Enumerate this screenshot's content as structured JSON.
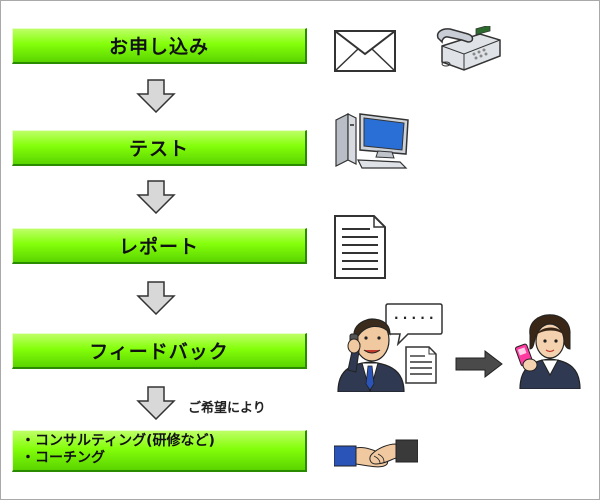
{
  "steps": [
    {
      "label": "お申し込み"
    },
    {
      "label": "テスト"
    },
    {
      "label": "レポート"
    },
    {
      "label": "フィードバック"
    }
  ],
  "final": {
    "line1": "・コンサルティング(研修など)",
    "line2": "・コーチング"
  },
  "note": "ご希望により",
  "speech_bubble": ". . . . .",
  "icons": [
    "envelope-icon",
    "telephone-icon",
    "computer-icon",
    "document-icon",
    "businessman-phone-icon",
    "report-page-icon",
    "right-arrow-icon",
    "businesswoman-mobile-icon",
    "handshake-icon"
  ],
  "colors": {
    "step_fill": "#84ff0a",
    "step_shadow": "#2a8a00",
    "arrow_fill": "#d8d8d8"
  }
}
